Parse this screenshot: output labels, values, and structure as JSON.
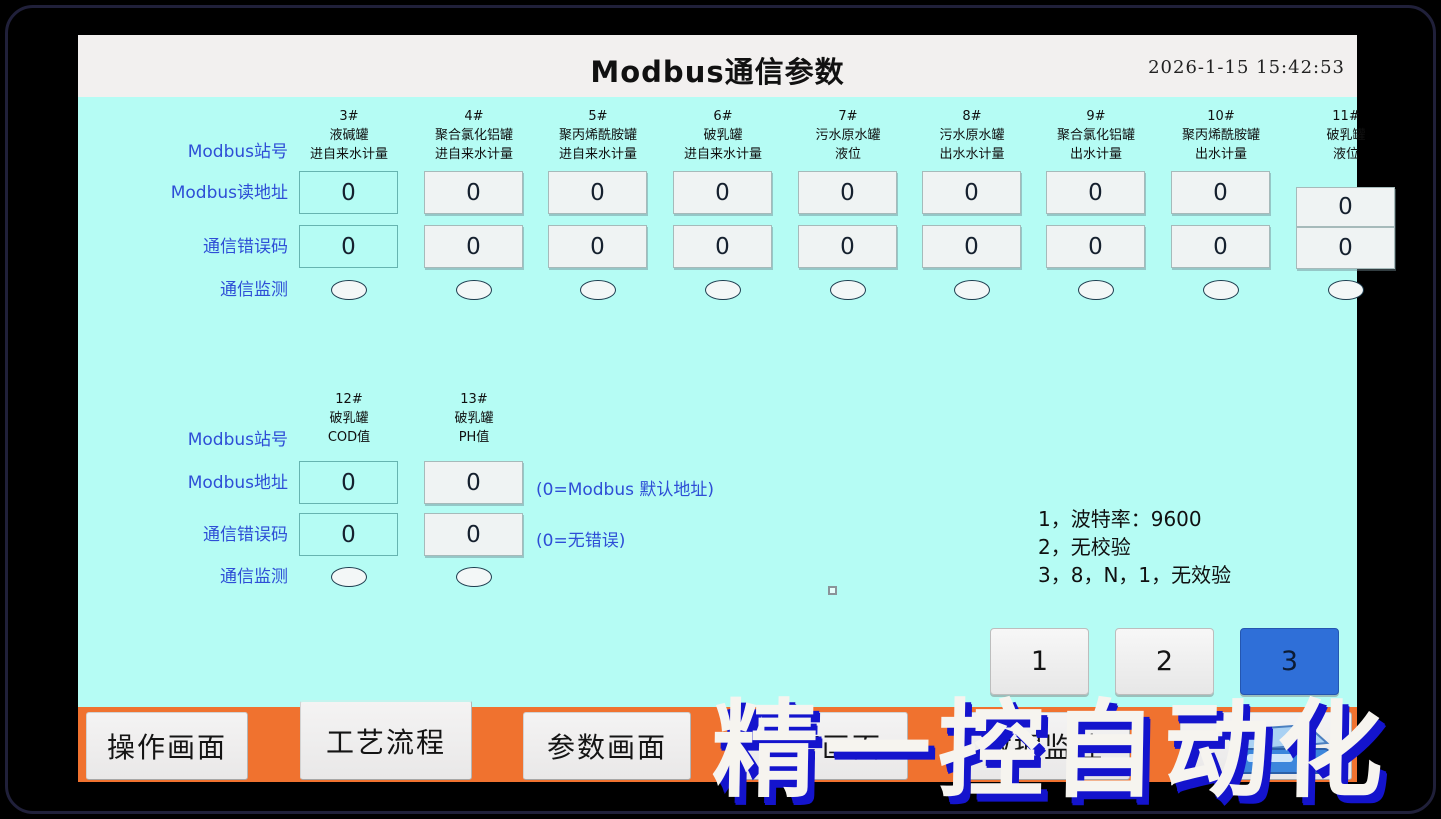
{
  "header": {
    "title": "Modbus通信参数",
    "timestamp": "2026-1-15 15:42:53"
  },
  "section1": {
    "row_labels": {
      "station": "Modbus站号",
      "read_address": "Modbus读地址",
      "error_code": "通信错误码",
      "monitor": "通信监测"
    },
    "columns": [
      {
        "id": "3#",
        "name": "液碱罐",
        "metric": "进自来水计量",
        "read_address": "0",
        "error_code": "0"
      },
      {
        "id": "4#",
        "name": "聚合氯化铝罐",
        "metric": "进自来水计量",
        "read_address": "0",
        "error_code": "0"
      },
      {
        "id": "5#",
        "name": "聚丙烯酰胺罐",
        "metric": "进自来水计量",
        "read_address": "0",
        "error_code": "0"
      },
      {
        "id": "6#",
        "name": "破乳罐",
        "metric": "进自来水计量",
        "read_address": "0",
        "error_code": "0"
      },
      {
        "id": "7#",
        "name": "污水原水罐",
        "metric": "液位",
        "read_address": "0",
        "error_code": "0"
      },
      {
        "id": "8#",
        "name": "污水原水罐",
        "metric": "出水水计量",
        "read_address": "0",
        "error_code": "0"
      },
      {
        "id": "9#",
        "name": "聚合氯化铝罐",
        "metric": "出水计量",
        "read_address": "0",
        "error_code": "0"
      },
      {
        "id": "10#",
        "name": "聚丙烯酰胺罐",
        "metric": "出水计量",
        "read_address": "0",
        "error_code": "0"
      },
      {
        "id": "11#",
        "name": "破乳罐",
        "metric": "液位",
        "read_address": "0",
        "error_code": "0"
      }
    ]
  },
  "section2": {
    "row_labels": {
      "station": "Modbus站号",
      "address": "Modbus地址",
      "error_code": "通信错误码",
      "monitor": "通信监测"
    },
    "columns": [
      {
        "id": "12#",
        "name": "破乳罐",
        "metric": "COD值",
        "address": "0",
        "error_code": "0"
      },
      {
        "id": "13#",
        "name": "破乳罐",
        "metric": "PH值",
        "address": "0",
        "error_code": "0"
      }
    ],
    "address_hint": "(0=Modbus 默认地址)",
    "error_hint": "(0=无错误)"
  },
  "notes": [
    "1，波特率：9600",
    "2，无校验",
    "3，8，N，1，无效验"
  ],
  "pager": {
    "buttons": [
      {
        "label": "1"
      },
      {
        "label": "2"
      },
      {
        "label": "3"
      }
    ],
    "active_index": 2
  },
  "nav": {
    "items": [
      {
        "label": "操作画面"
      },
      {
        "label": "工艺流程"
      },
      {
        "label": "参数画面"
      },
      {
        "label": "报警画面"
      },
      {
        "label": "数据监控"
      },
      {
        "label": ""
      }
    ]
  },
  "watermark": {
    "text": "精一控自动化"
  },
  "colors": {
    "background_cyan": "#b5fcf4",
    "header_bg": "#f2f0ef",
    "label_blue": "#2e4ed6",
    "nav_orange": "#f0722f",
    "pager_active_blue": "#2f6fd8",
    "watermark_shadow_blue": "#1414cd"
  }
}
